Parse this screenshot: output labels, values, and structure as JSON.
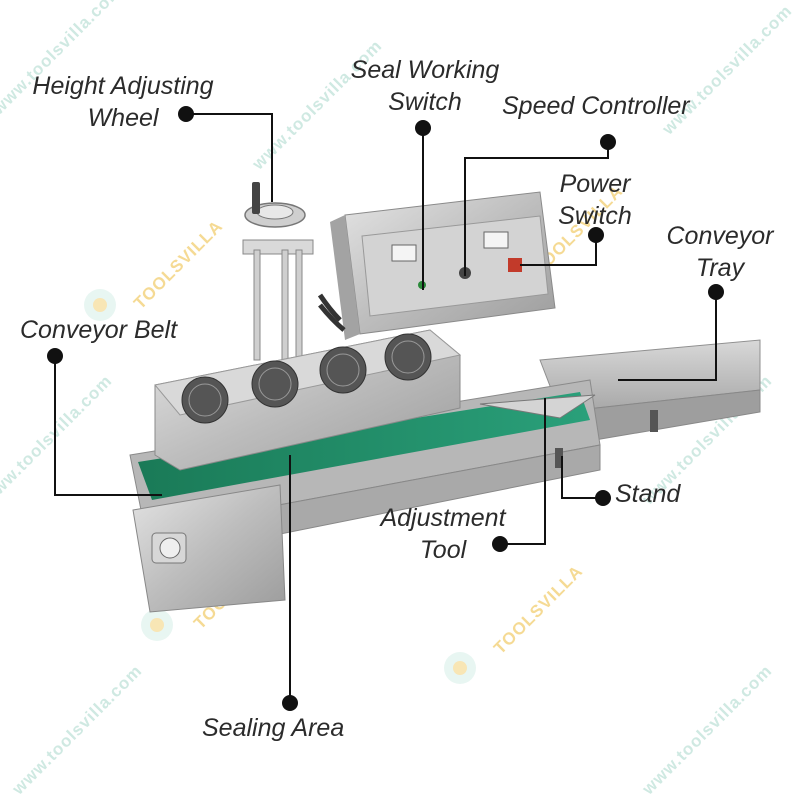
{
  "labels": {
    "height_adjusting_wheel": [
      "Height Adjusting",
      "Wheel"
    ],
    "seal_working_switch": [
      "Seal Working",
      "Switch"
    ],
    "speed_controller": "Speed Controller",
    "power_switch": [
      "Power",
      "Switch"
    ],
    "conveyor_tray": [
      "Conveyor",
      "Tray"
    ],
    "conveyor_belt": "Conveyor Belt",
    "stand": "Stand",
    "adjustment_tool": [
      "Adjustment",
      "Tool"
    ],
    "sealing_area": "Sealing Area"
  },
  "watermark": {
    "url": "www.toolsvilla.com",
    "brand": "TOOLSVILLA"
  },
  "colors": {
    "leader": "#111111",
    "label_text": "#2b2b2b",
    "steel": "#c4c4c4",
    "belt": "#1f8a63",
    "watermark": "#cfe9e2"
  }
}
